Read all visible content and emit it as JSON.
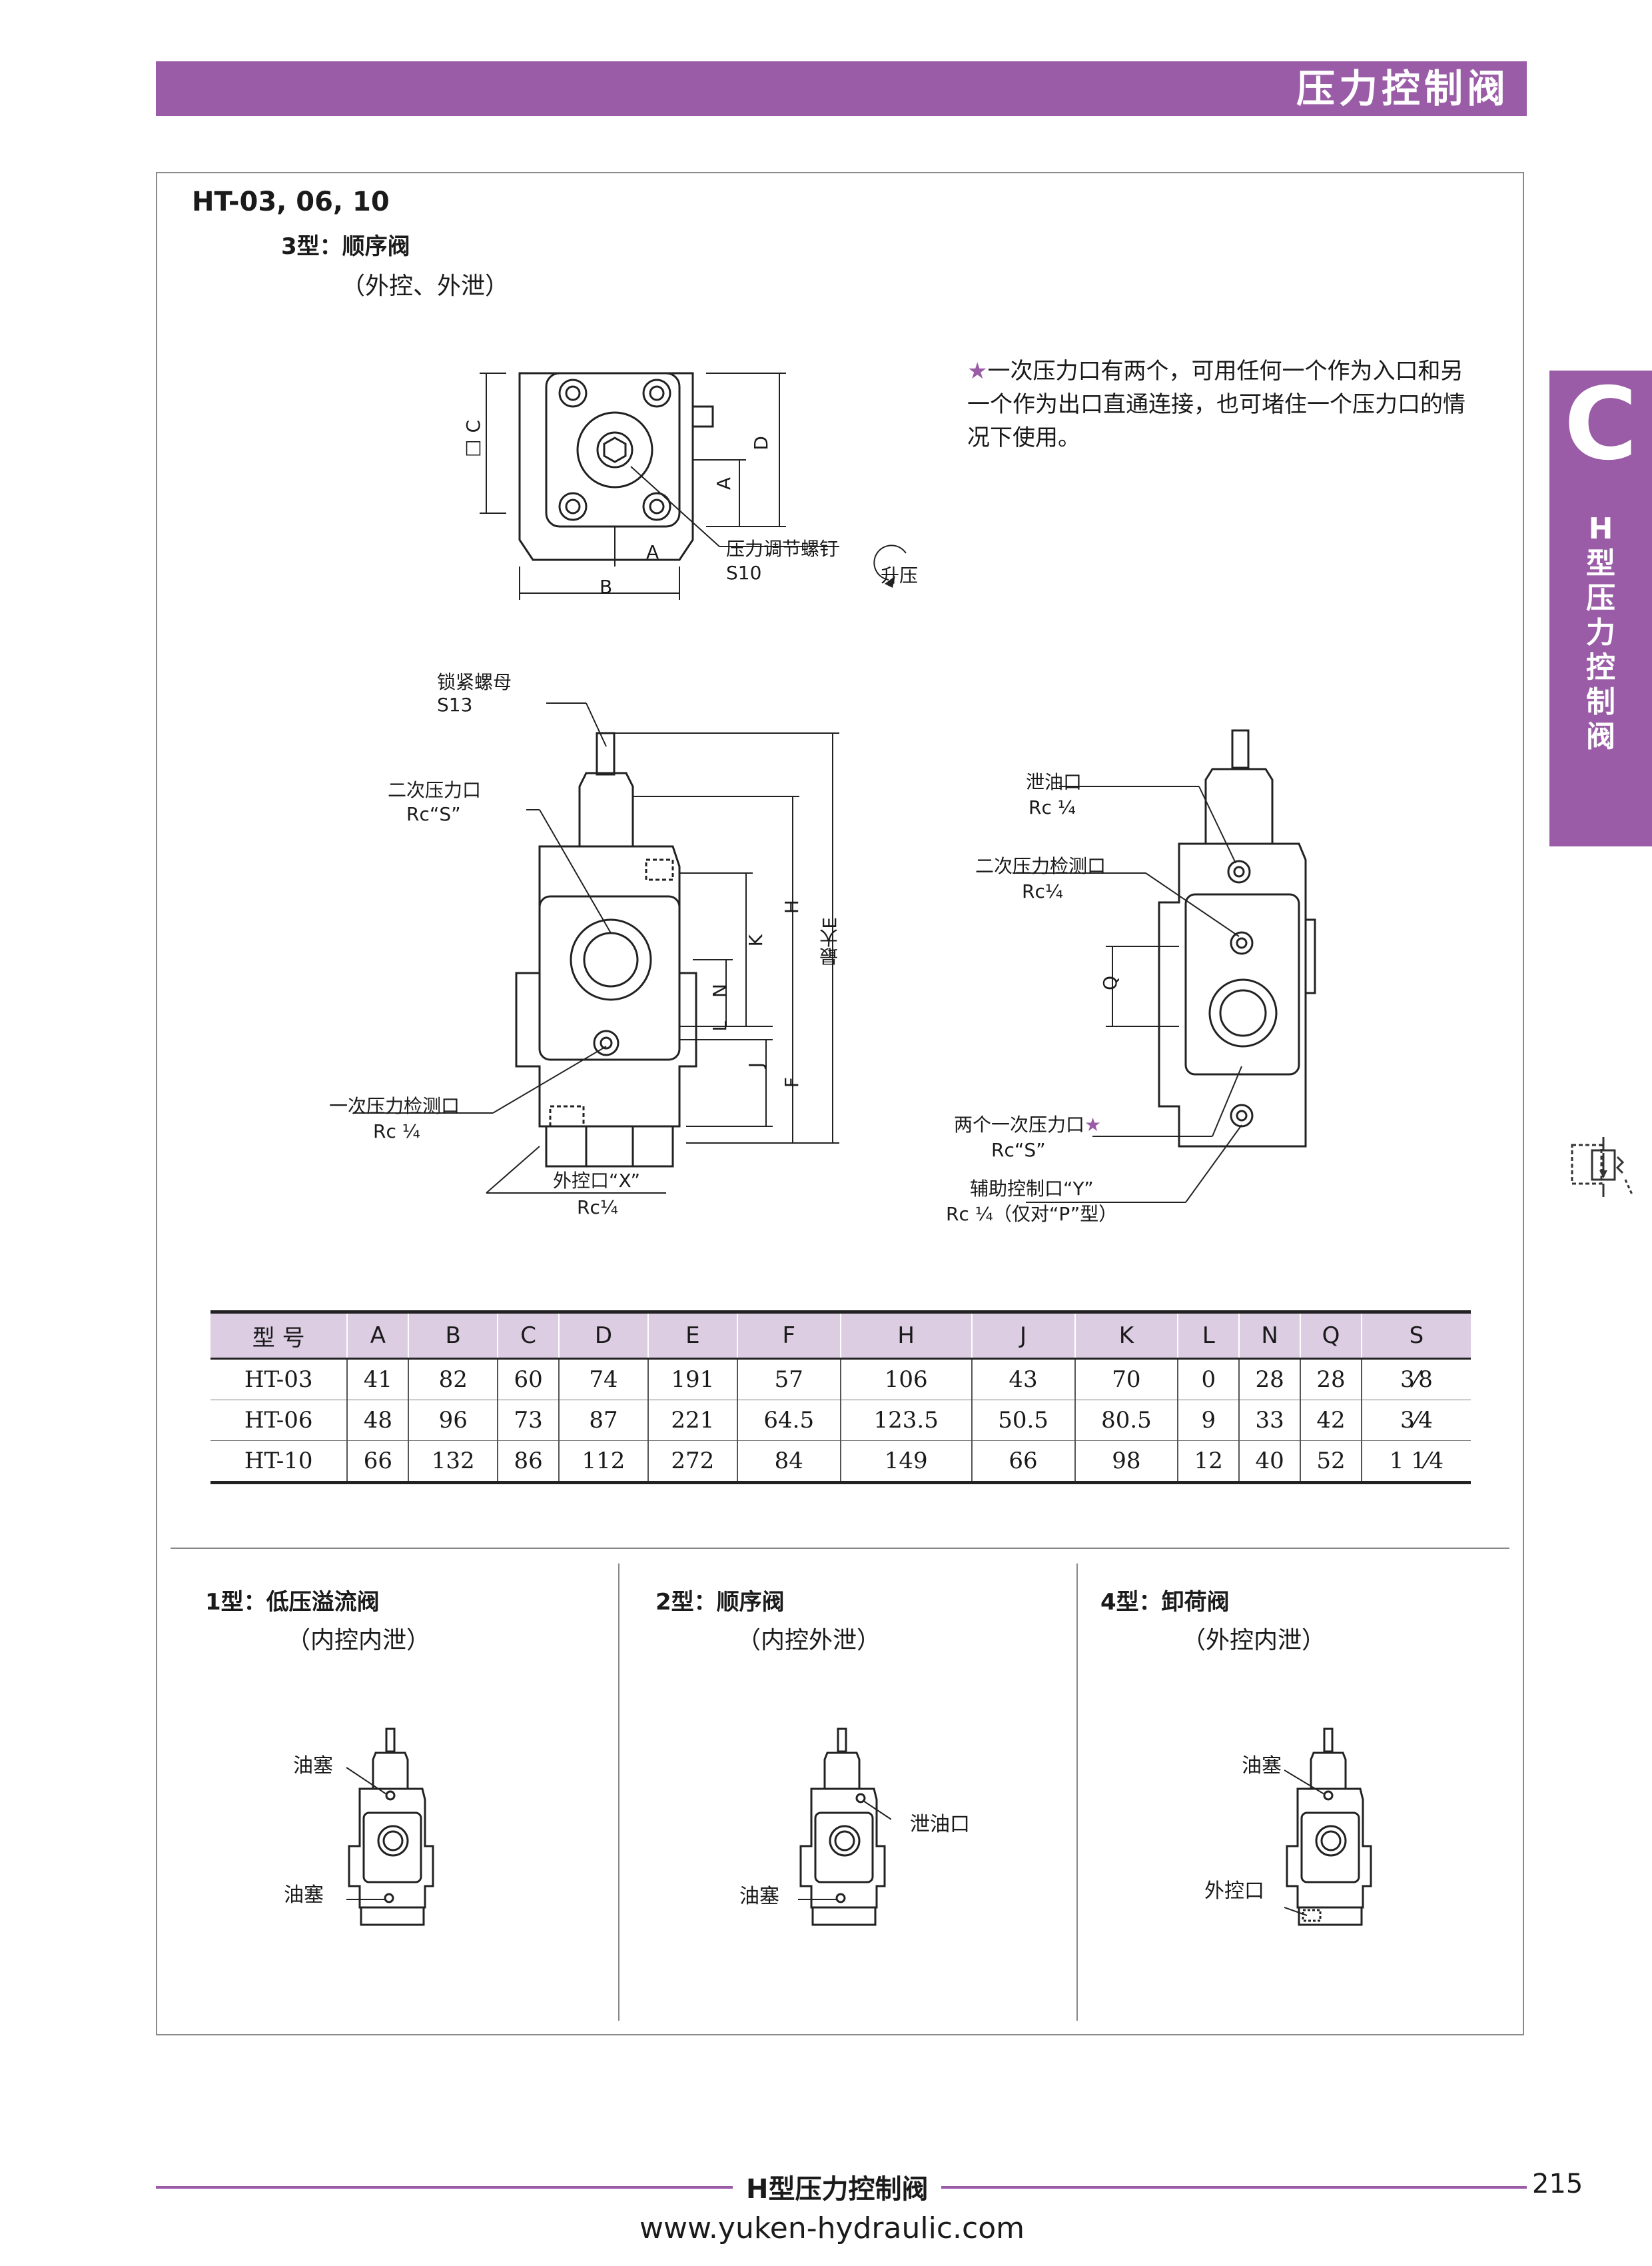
{
  "header": {
    "title": "压力控制阀"
  },
  "side_tab": {
    "letter": "C",
    "vertical_text": "H型压力控制阀"
  },
  "section": {
    "model": "HT-03, 06, 10",
    "type_label": "3型：顺序阀",
    "control_label": "（外控、外泄）"
  },
  "note": {
    "star": "★",
    "text": "一次压力口有两个，可用任何一个作为入口和另一个作为出口直通连接，也可堵住一个压力口的情况下使用。"
  },
  "top_view": {
    "dim_c": "□ C",
    "dim_d": "D",
    "dim_a_v": "A",
    "dim_a_h": "A",
    "dim_b": "B",
    "screw_label": "压力调节螺钉",
    "screw_size": "S10",
    "raise_label": "升压"
  },
  "front_view": {
    "locknut_label": "锁紧螺母",
    "locknut_size": "S13",
    "secondary_port_label": "二次压力口",
    "secondary_port_size": "Rc“S”",
    "primary_gauge_label": "一次压力检测口",
    "primary_gauge_size": "Rc ¼",
    "ext_pilot_label": "外控口“X”",
    "ext_pilot_size": "Rc¼",
    "dim_h": "H",
    "dim_k": "K",
    "dim_n": "N",
    "dim_l": "L",
    "dim_j": "J",
    "dim_f": "F",
    "dim_e": "最大E"
  },
  "side_view": {
    "drain_label": "泄油口",
    "drain_size": "Rc ¼",
    "secondary_gauge_label": "二次压力检测口",
    "secondary_gauge_size": "Rc¼",
    "primary_ports_label": "两个一次压力口",
    "primary_ports_star": "★",
    "primary_ports_size": "Rc“S”",
    "aux_pilot_label": "辅助控制口“Y”",
    "aux_pilot_size": "Rc ¼（仅对“P”型）",
    "dim_q": "Q"
  },
  "table": {
    "headers": [
      "型 号",
      "A",
      "B",
      "C",
      "D",
      "E",
      "F",
      "H",
      "J",
      "K",
      "L",
      "N",
      "Q",
      "S"
    ],
    "rows": [
      [
        "HT-03",
        "41",
        "82",
        "60",
        "74",
        "191",
        "57",
        "106",
        "43",
        "70",
        "0",
        "28",
        "28",
        "3⁄8"
      ],
      [
        "HT-06",
        "48",
        "96",
        "73",
        "87",
        "221",
        "64.5",
        "123.5",
        "50.5",
        "80.5",
        "9",
        "33",
        "42",
        "3⁄4"
      ],
      [
        "HT-10",
        "66",
        "132",
        "86",
        "112",
        "272",
        "84",
        "149",
        "66",
        "98",
        "12",
        "40",
        "52",
        "1 1⁄4"
      ]
    ]
  },
  "variants": [
    {
      "title": "1型：低压溢流阀",
      "control": "（内控内泄）",
      "label_1": "油塞",
      "label_2": "油塞"
    },
    {
      "title": "2型：顺序阀",
      "control": "（内控外泄）",
      "label_1": "泄油口",
      "label_2": "油塞"
    },
    {
      "title": "4型：卸荷阀",
      "control": "（外控内泄）",
      "label_1": "油塞",
      "label_2": "外控口"
    }
  ],
  "footer": {
    "title": "H型压力控制阀",
    "page": "215",
    "url": "www.yuken-hydraulic.com"
  },
  "colors": {
    "accent": "#9a5ca6",
    "table_header": "#dccde3"
  }
}
